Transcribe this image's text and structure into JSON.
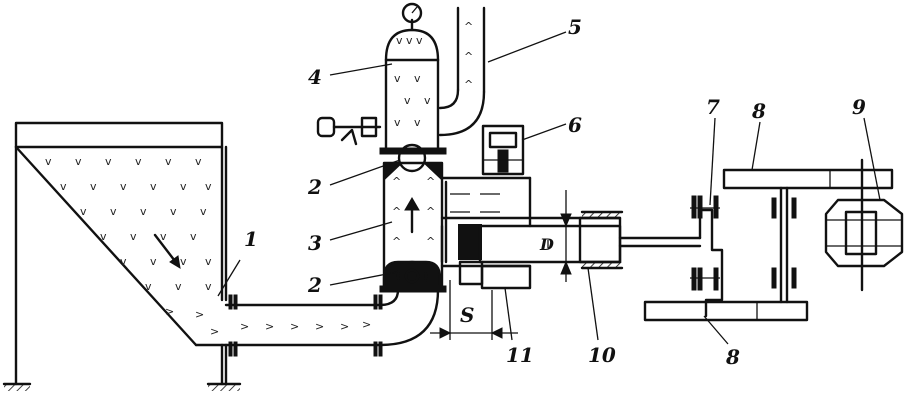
{
  "diagram": {
    "labels": {
      "hopper": "1",
      "valve_lower": "2",
      "valve_upper": "2",
      "pump_chamber": "3",
      "air_cap": "4",
      "discharge_pipe": "5",
      "oil_cup": "6",
      "crank": "7",
      "pulley_top": "8",
      "pulley_bottom": "8",
      "motor": "9",
      "cylinder": "10",
      "crosshead": "11",
      "stroke": "S",
      "bore": "D"
    },
    "icons": {
      "gauge": "pressure-gauge-icon",
      "ground": "ground-hatch-icon",
      "motor": "electric-motor-icon"
    }
  }
}
